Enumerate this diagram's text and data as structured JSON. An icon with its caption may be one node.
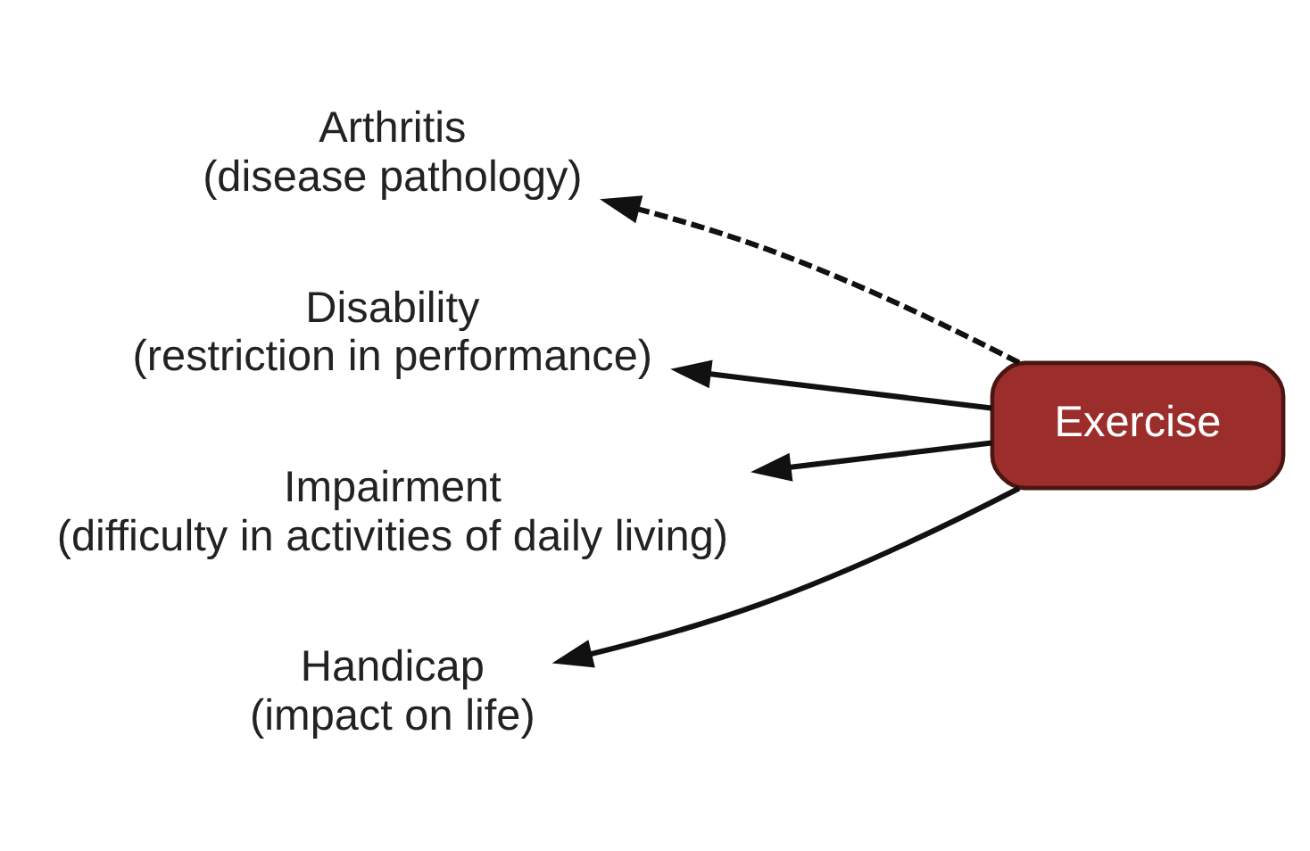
{
  "diagram": {
    "nodes": [
      {
        "text": [
          "Arthritis",
          "(disease pathology)"
        ]
      },
      {
        "text": [
          "Disability",
          "(restriction in performance)"
        ]
      },
      {
        "text": [
          "Impairment",
          "(difficulty in activities of daily living)"
        ]
      },
      {
        "text": [
          "Handicap",
          "(impact on life)"
        ]
      },
      {
        "text": [
          "Exercise"
        ]
      }
    ],
    "edges": [
      {
        "from": 4,
        "to": 0,
        "arrow": "to",
        "style": "dashed"
      },
      {
        "from": 4,
        "to": 1,
        "arrow": "to"
      },
      {
        "from": 4,
        "to": 2,
        "arrow": "to"
      },
      {
        "from": 4,
        "to": 3,
        "arrow": "to"
      }
    ]
  }
}
